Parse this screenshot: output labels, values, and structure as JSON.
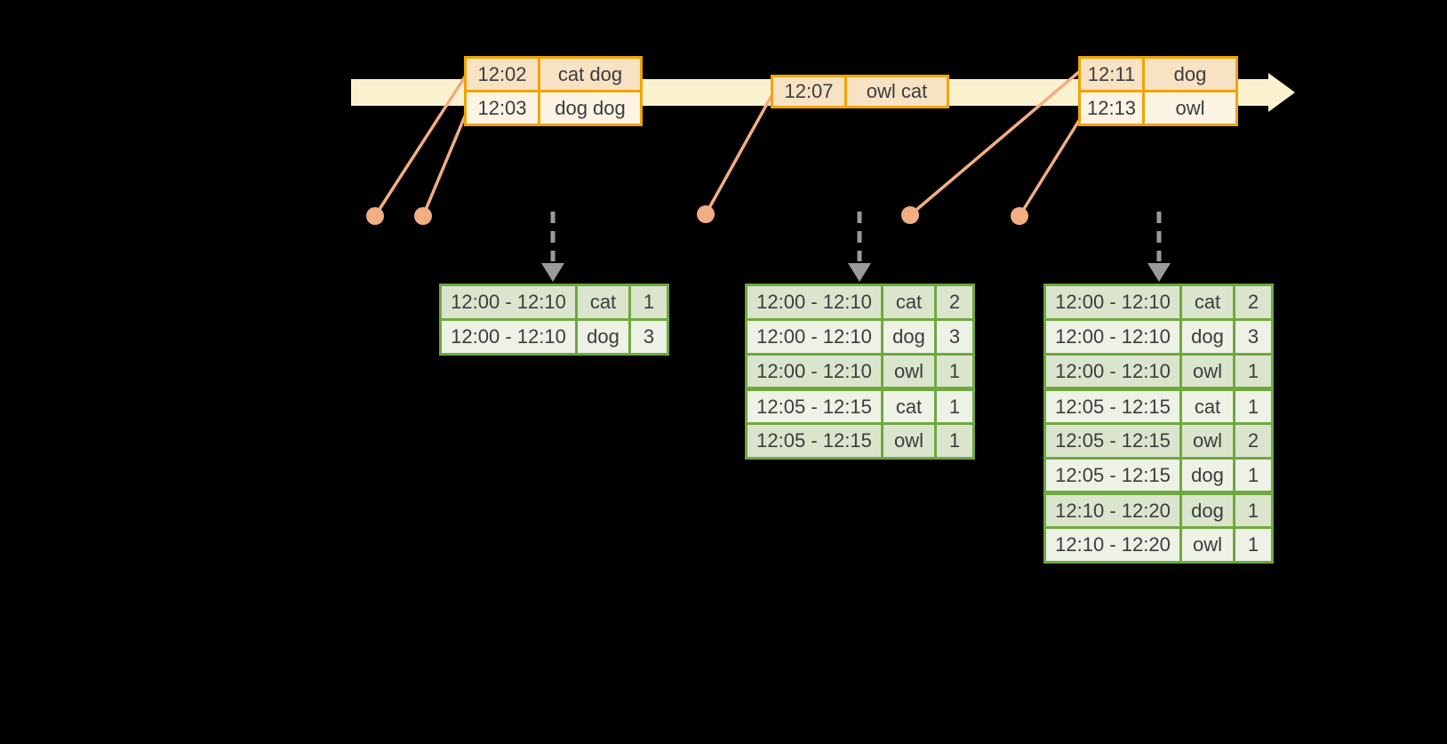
{
  "colors": {
    "background": "#000000",
    "band": "#FAF1CF",
    "gold": "#F0A400",
    "peach": "#F8E2C4",
    "cream": "#FDF4E4",
    "green": "#6FA83F",
    "sage_dark": "#DBE5CD",
    "sage_light": "#EDF1E6",
    "salmon": "#F1AE82",
    "gray": "#9A9A9A",
    "text": "#3C3C3C"
  },
  "timeline": {
    "event_tables": [
      {
        "name": "events-batch-1",
        "rows": [
          {
            "time": "12:02",
            "words": "cat dog",
            "tone": "peach"
          },
          {
            "time": "12:03",
            "words": "dog dog",
            "tone": "cream"
          }
        ]
      },
      {
        "name": "events-batch-2",
        "rows": [
          {
            "time": "12:07",
            "words": "owl cat",
            "tone": "peach"
          }
        ]
      },
      {
        "name": "events-batch-3",
        "rows": [
          {
            "time": "12:11",
            "words": "dog",
            "tone": "peach"
          },
          {
            "time": "12:13",
            "words": "owl",
            "tone": "cream"
          }
        ]
      }
    ]
  },
  "result_tables": [
    {
      "name": "windowed-counts-1",
      "rows": [
        {
          "window": "12:00 - 12:10",
          "word": "cat",
          "count": "1",
          "tone": "dark",
          "group_start": false
        },
        {
          "window": "12:00 - 12:10",
          "word": "dog",
          "count": "3",
          "tone": "light",
          "group_start": false
        }
      ]
    },
    {
      "name": "windowed-counts-2",
      "rows": [
        {
          "window": "12:00 - 12:10",
          "word": "cat",
          "count": "2",
          "tone": "dark",
          "group_start": false
        },
        {
          "window": "12:00 - 12:10",
          "word": "dog",
          "count": "3",
          "tone": "light",
          "group_start": false
        },
        {
          "window": "12:00 - 12:10",
          "word": "owl",
          "count": "1",
          "tone": "dark",
          "group_start": false
        },
        {
          "window": "12:05 - 12:15",
          "word": "cat",
          "count": "1",
          "tone": "light",
          "group_start": true
        },
        {
          "window": "12:05 - 12:15",
          "word": "owl",
          "count": "1",
          "tone": "dark",
          "group_start": false
        }
      ]
    },
    {
      "name": "windowed-counts-3",
      "rows": [
        {
          "window": "12:00 - 12:10",
          "word": "cat",
          "count": "2",
          "tone": "dark",
          "group_start": false
        },
        {
          "window": "12:00 - 12:10",
          "word": "dog",
          "count": "3",
          "tone": "light",
          "group_start": false
        },
        {
          "window": "12:00 - 12:10",
          "word": "owl",
          "count": "1",
          "tone": "dark",
          "group_start": false
        },
        {
          "window": "12:05 - 12:15",
          "word": "cat",
          "count": "1",
          "tone": "light",
          "group_start": true
        },
        {
          "window": "12:05 - 12:15",
          "word": "owl",
          "count": "2",
          "tone": "dark",
          "group_start": false
        },
        {
          "window": "12:05 - 12:15",
          "word": "dog",
          "count": "1",
          "tone": "light",
          "group_start": false
        },
        {
          "window": "12:10 - 12:20",
          "word": "dog",
          "count": "1",
          "tone": "dark",
          "group_start": true
        },
        {
          "window": "12:10 - 12:20",
          "word": "owl",
          "count": "1",
          "tone": "light",
          "group_start": false
        }
      ]
    }
  ]
}
